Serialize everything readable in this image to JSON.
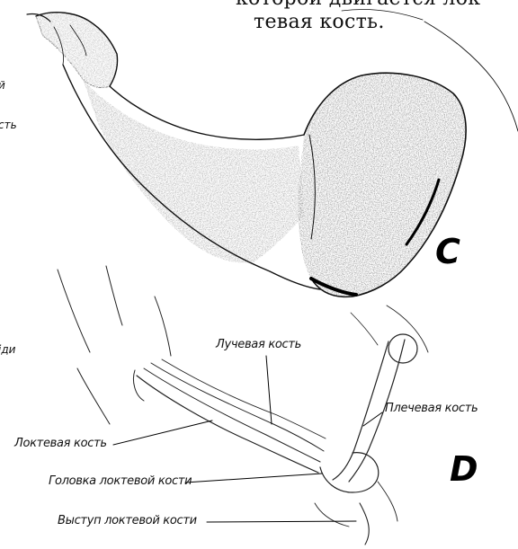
{
  "text_block": {
    "line1": "которой двигается лок-",
    "line2": "тевая кость."
  },
  "figure_letters": {
    "c": "C",
    "d": "D"
  },
  "left_margin_fragments": {
    "a": "й",
    "b": "сть",
    "c": "іди"
  },
  "labels": {
    "radius": "Лучевая кость",
    "humerus": "Плечевая кость",
    "ulna": "Локтевая кость",
    "ulna_head": "Головка локтевой кости",
    "olecranon": "Выступ локтевой кости"
  }
}
